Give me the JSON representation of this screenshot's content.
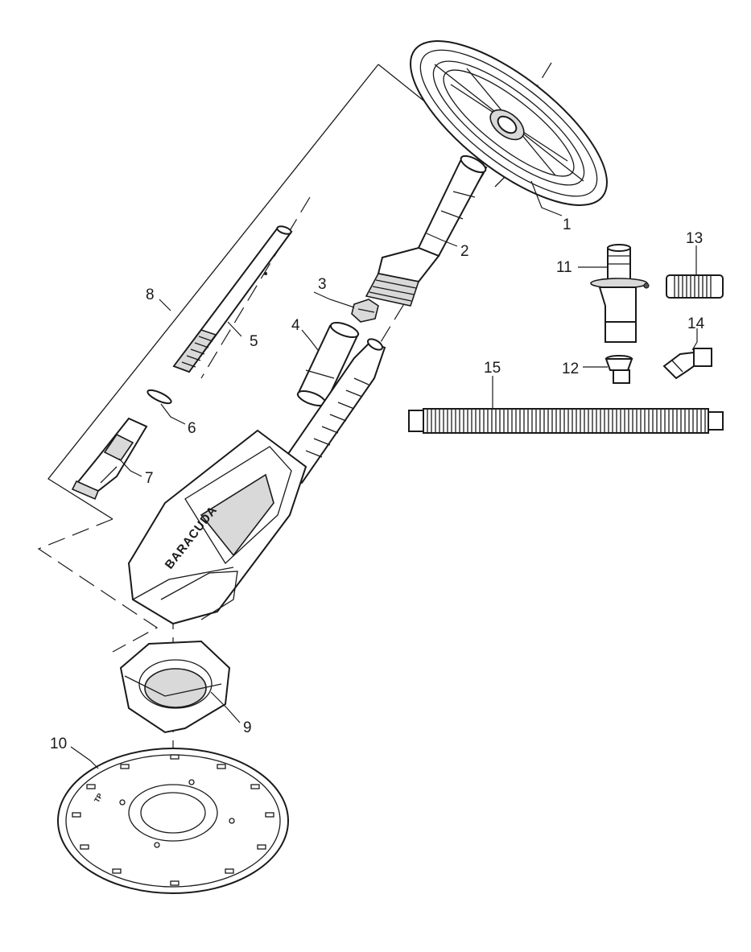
{
  "brand_text": "BARACUDA",
  "disc_mark": "TP",
  "callouts": [
    {
      "id": "c1",
      "label": "1"
    },
    {
      "id": "c2",
      "label": "2"
    },
    {
      "id": "c3",
      "label": "3"
    },
    {
      "id": "c4",
      "label": "4"
    },
    {
      "id": "c5",
      "label": "5"
    },
    {
      "id": "c6",
      "label": "6"
    },
    {
      "id": "c7",
      "label": "7"
    },
    {
      "id": "c8",
      "label": "8"
    },
    {
      "id": "c9",
      "label": "9"
    },
    {
      "id": "c10",
      "label": "10"
    },
    {
      "id": "c11",
      "label": "11"
    },
    {
      "id": "c12",
      "label": "12"
    },
    {
      "id": "c13",
      "label": "13"
    },
    {
      "id": "c14",
      "label": "14"
    },
    {
      "id": "c15",
      "label": "15"
    }
  ]
}
